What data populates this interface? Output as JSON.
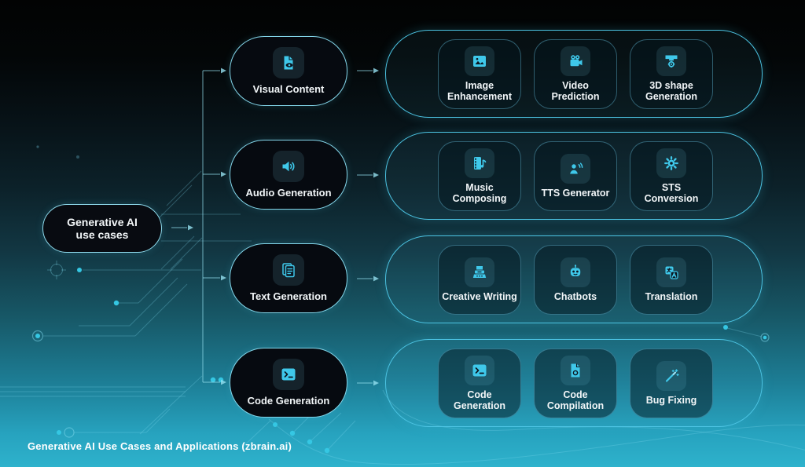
{
  "caption": "Generative AI Use Cases and Applications (zbrain.ai)",
  "root": {
    "label_line1": "Generative AI",
    "label_line2": "use cases"
  },
  "rows": [
    {
      "category": {
        "label": "Visual Content",
        "icon": "file-eye-icon"
      },
      "cards": [
        {
          "label": "Image Enhancement",
          "icon": "image-icon"
        },
        {
          "label": "Video Prediction",
          "icon": "video-camera-icon"
        },
        {
          "label": "3D shape Generation",
          "icon": "printer-3d-icon"
        }
      ]
    },
    {
      "category": {
        "label": "Audio Generation",
        "icon": "speaker-icon"
      },
      "cards": [
        {
          "label": "Music Composing",
          "icon": "film-music-icon"
        },
        {
          "label": "TTS Generator",
          "icon": "person-voice-icon"
        },
        {
          "label": "STS Conversion",
          "icon": "gear-icon"
        }
      ]
    },
    {
      "category": {
        "label": "Text Generation",
        "icon": "document-text-icon"
      },
      "cards": [
        {
          "label": "Creative Writing",
          "icon": "typewriter-icon"
        },
        {
          "label": "Chatbots",
          "icon": "robot-icon"
        },
        {
          "label": "Translation",
          "icon": "translate-icon"
        }
      ]
    },
    {
      "category": {
        "label": "Code Generation",
        "icon": "terminal-icon"
      },
      "cards": [
        {
          "label": "Code Generation",
          "icon": "terminal-icon"
        },
        {
          "label": "Code Compilation",
          "icon": "code-file-icon"
        },
        {
          "label": "Bug Fixing",
          "icon": "magic-wand-icon"
        }
      ]
    }
  ],
  "colors": {
    "accent_glyph": "#3fc8ea",
    "group_border": "#4cc3e2",
    "node_border": "#84d6ea",
    "background_top": "#020303",
    "background_bottom": "#2eb2cc",
    "text": "#f2f6f8"
  }
}
